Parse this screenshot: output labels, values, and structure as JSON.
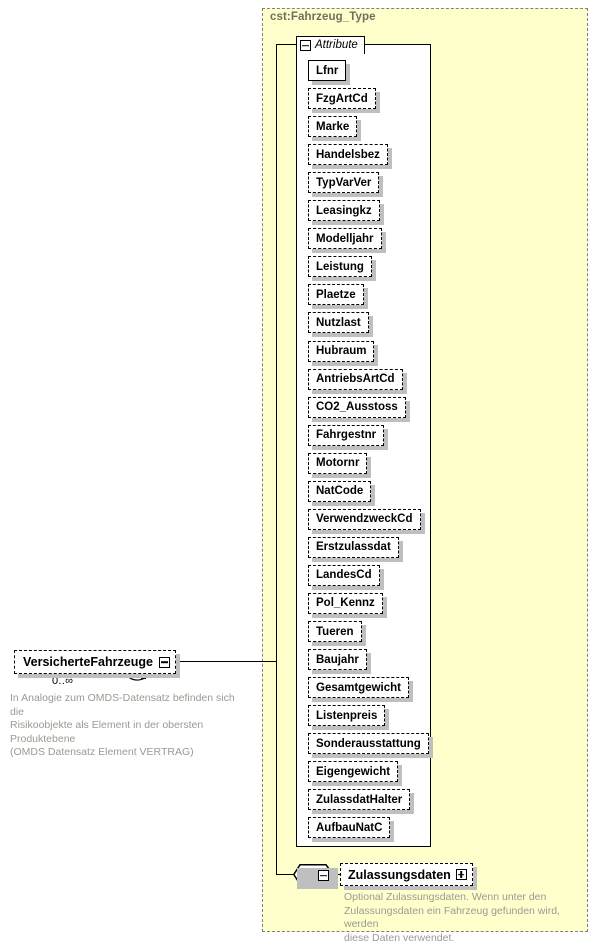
{
  "diagram": {
    "kind": "xml-schema-diagram",
    "type_panel": {
      "title": "cst:Fahrzeug_Type",
      "background": "#ffffcc",
      "border_color": "#808080"
    },
    "attribute_group": {
      "label": "Attribute",
      "toggle": "minus-toggle",
      "attributes": [
        {
          "name": "Lfnr",
          "required": true
        },
        {
          "name": "FzgArtCd",
          "required": false
        },
        {
          "name": "Marke",
          "required": false
        },
        {
          "name": "Handelsbez",
          "required": false
        },
        {
          "name": "TypVarVer",
          "required": false
        },
        {
          "name": "Leasingkz",
          "required": false
        },
        {
          "name": "Modelljahr",
          "required": false
        },
        {
          "name": "Leistung",
          "required": false
        },
        {
          "name": "Plaetze",
          "required": false
        },
        {
          "name": "Nutzlast",
          "required": false
        },
        {
          "name": "Hubraum",
          "required": false
        },
        {
          "name": "AntriebsArtCd",
          "required": false
        },
        {
          "name": "CO2_Ausstoss",
          "required": false
        },
        {
          "name": "Fahrgestnr",
          "required": false
        },
        {
          "name": "Motornr",
          "required": false
        },
        {
          "name": "NatCode",
          "required": false
        },
        {
          "name": "VerwendzweckCd",
          "required": false
        },
        {
          "name": "Erstzulassdat",
          "required": false
        },
        {
          "name": "LandesCd",
          "required": false
        },
        {
          "name": "Pol_Kennz",
          "required": false
        },
        {
          "name": "Tueren",
          "required": false
        },
        {
          "name": "Baujahr",
          "required": false
        },
        {
          "name": "Gesamtgewicht",
          "required": false
        },
        {
          "name": "Listenpreis",
          "required": false
        },
        {
          "name": "Sonderausstattung",
          "required": false
        },
        {
          "name": "Eigengewicht",
          "required": false
        },
        {
          "name": "ZulassdatHalter",
          "required": false
        },
        {
          "name": "AufbauNatC",
          "required": false
        }
      ]
    },
    "root_element": {
      "name": "VersicherteFahrzeuge",
      "toggle": "minus-toggle",
      "cardinality": "0..∞",
      "annotation": "In Analogie zum OMDS-Datensatz befinden sich die\nRisikoobjekte als Element in der obersten Produktebene\n(OMDS Datensatz Element VERTRAG)"
    },
    "sequence": {
      "icon": "sequence-compositor-icon",
      "toggle": "minus-toggle"
    },
    "child_element": {
      "name": "Zulassungsdaten",
      "toggle": "plus-toggle",
      "annotation": "Optional Zulassungsdaten. Wenn unter den\nZulassungsdaten ein Fahrzeug gefunden wird, werden\ndiese Daten verwendet."
    },
    "colors": {
      "panel_fill": "#ffffcc",
      "panel_border": "#808080",
      "node_fill": "#ffffff",
      "node_border": "#000000",
      "shadow": "#bfbfbf",
      "annotation_text": "#9a9a92",
      "title_text": "#726e5e"
    }
  }
}
